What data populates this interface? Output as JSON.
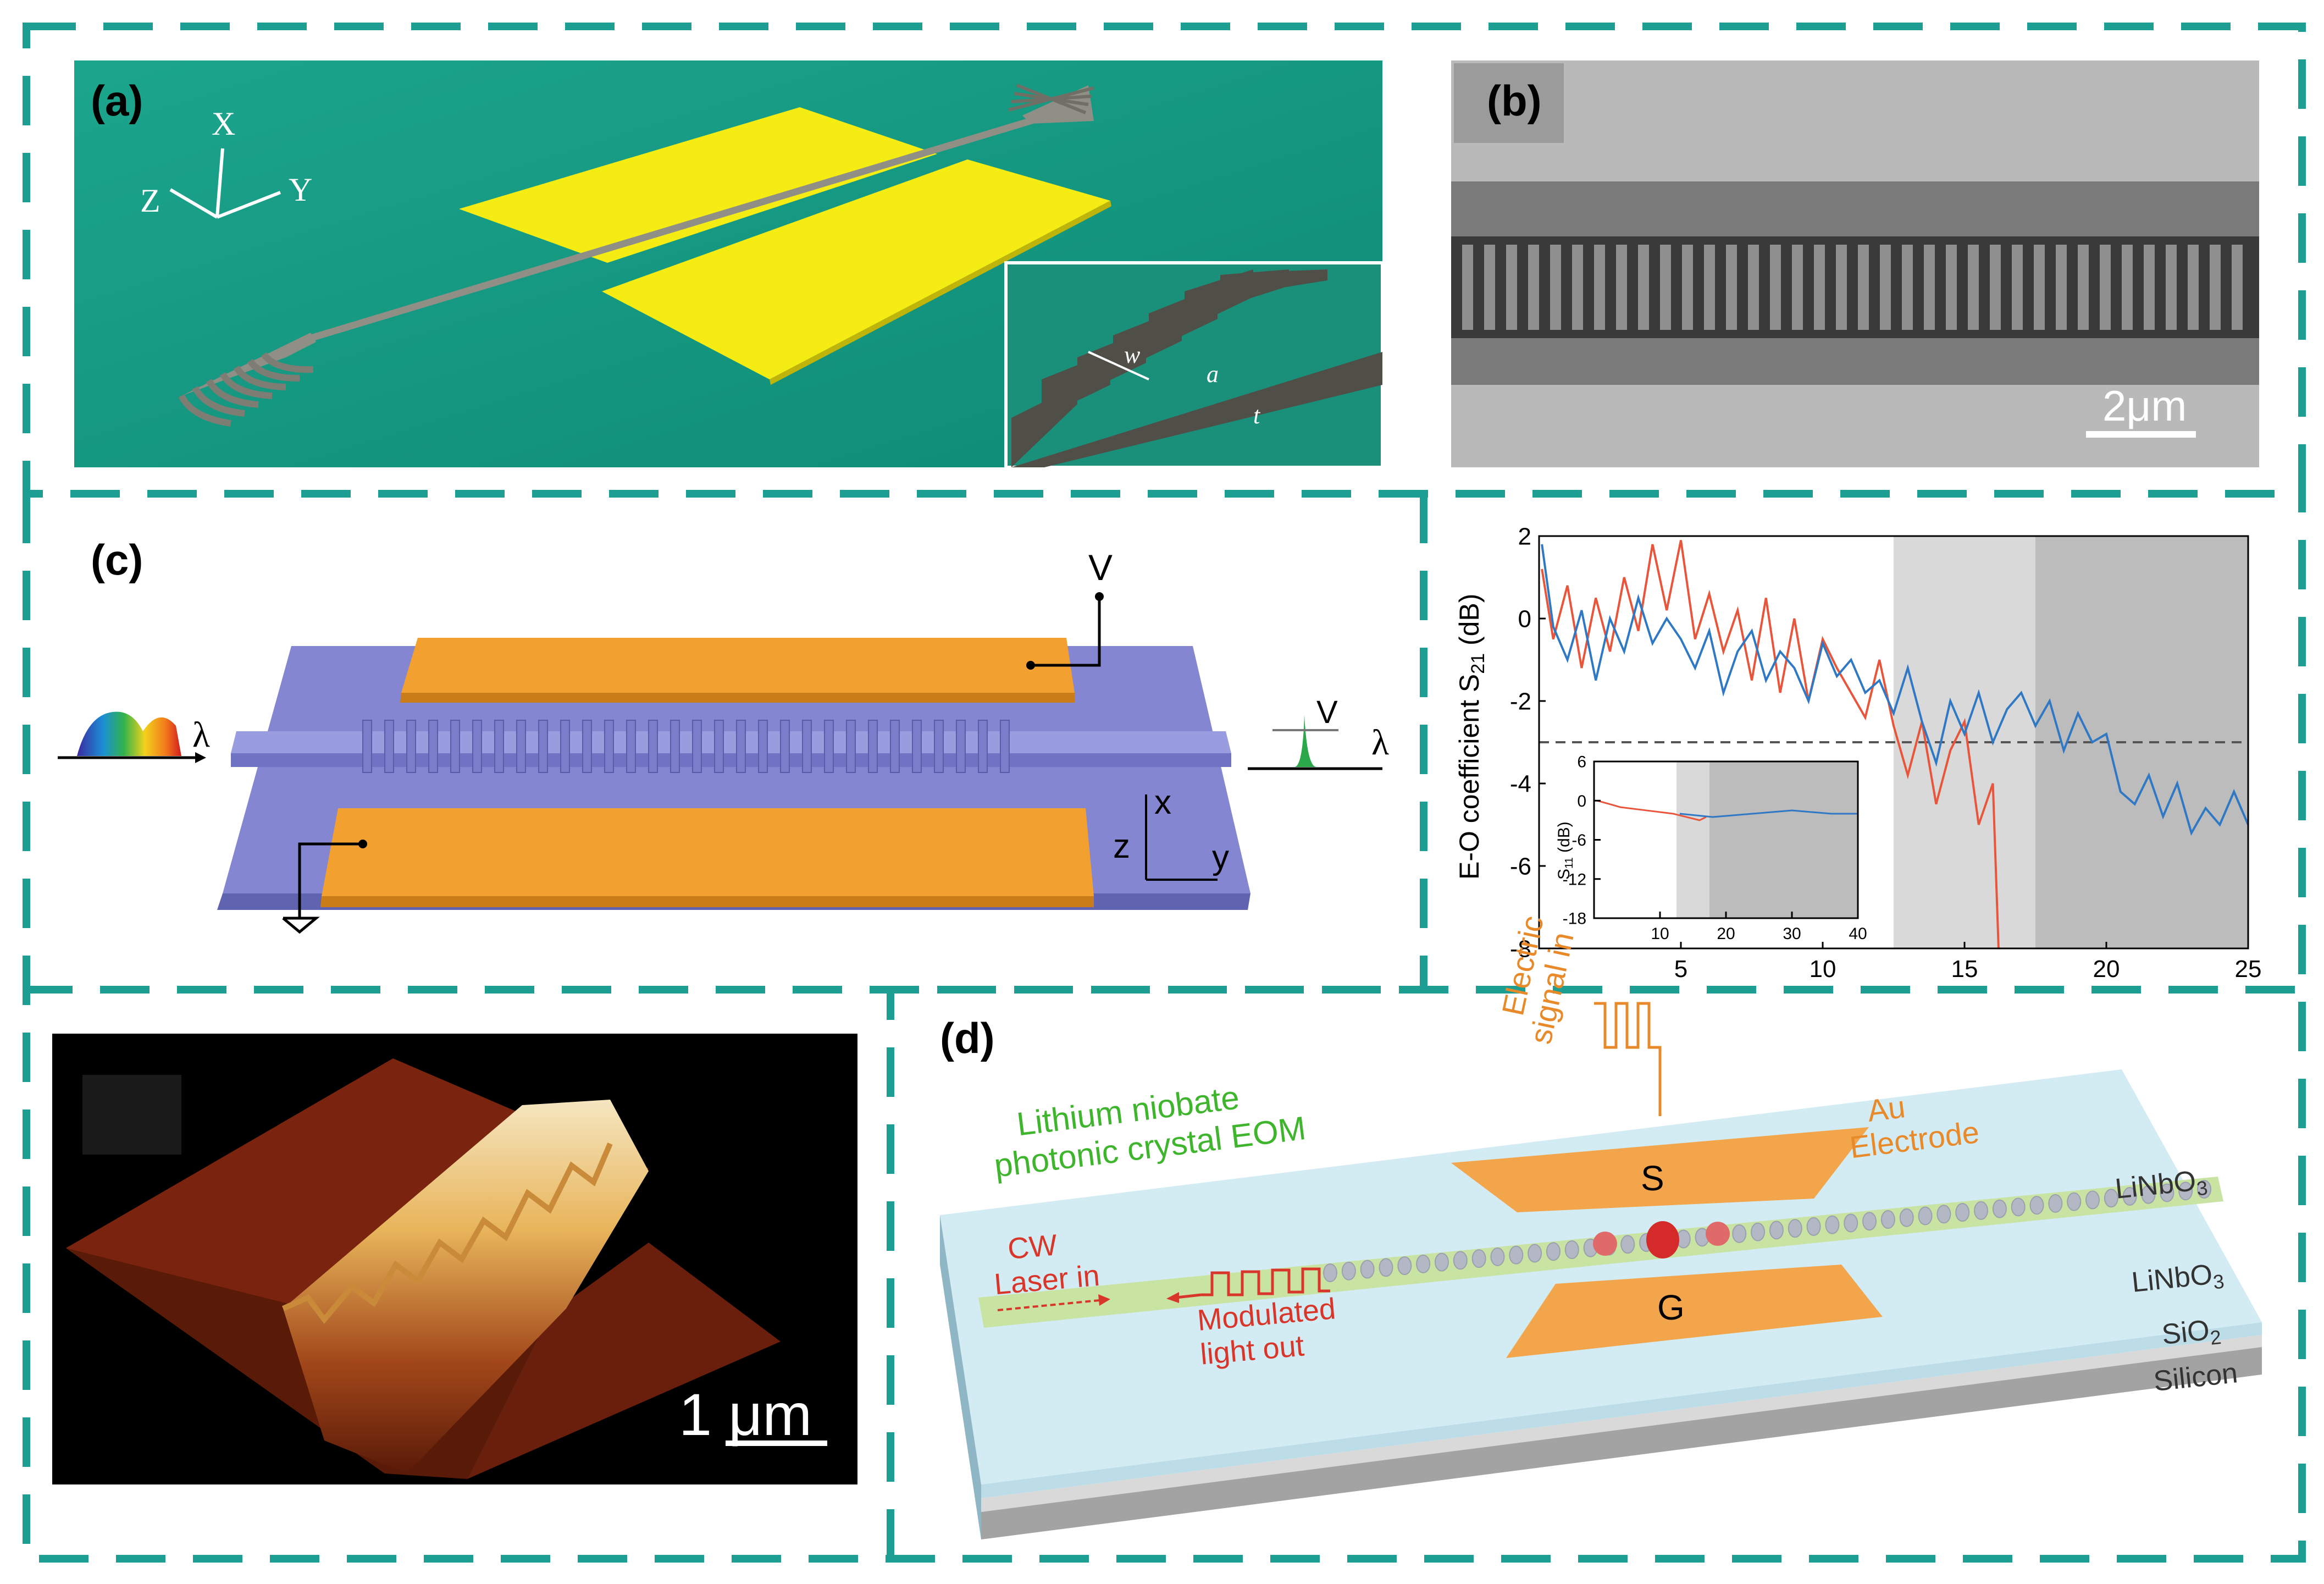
{
  "panels": {
    "a": {
      "label": "(a)",
      "axes": {
        "x": "X",
        "y": "Y",
        "z": "Z"
      },
      "inset_labels": {
        "w": "w",
        "a": "a",
        "t": "t"
      },
      "colors": {
        "background": "#159e86",
        "electrode": "#f4ec12",
        "waveguide": "#8f8f86"
      }
    },
    "b": {
      "label": "(b)",
      "scale_bar": "2μm"
    },
    "c": {
      "label": "(c)",
      "voltage_top": "V",
      "voltage_out": "V",
      "lambda_in": "λ",
      "lambda_out": "λ",
      "axes": {
        "x": "x",
        "z": "z",
        "y": "y"
      },
      "colors": {
        "substrate": "#7d80cc",
        "electrode": "#f2a030"
      }
    },
    "afm": {
      "scale_bar": "1 μm"
    },
    "d": {
      "label": "(d)",
      "title_line1": "Lithium niobate",
      "title_line2": "photonic crystal EOM",
      "signal_line1": "Electric",
      "signal_line2": "signal in",
      "au_line1": "Au",
      "au_line2": "Electrode",
      "electrode_s": "S",
      "electrode_g": "G",
      "cw_line1": "CW",
      "cw_line2": "Laser in",
      "mod_line1": "Modulated",
      "mod_line2": "light out",
      "layer_top": "LiNbO",
      "layer_mid": "LiNbO",
      "layer_sio2": "SiO",
      "layer_si": "Silicon",
      "subscript_3": "3",
      "subscript_2": "2",
      "colors": {
        "title": "#3fb52e",
        "signal": "#e8892a",
        "laser": "#d9362b"
      }
    }
  },
  "chart_data": [
    {
      "type": "line",
      "xlabel": "",
      "ylabel_main": "E-O coefficient S",
      "ylabel_sub": "21",
      "ylabel_unit": " (dB)",
      "xlim": [
        0,
        25
      ],
      "ylim": [
        -8,
        2
      ],
      "xticks": [
        "5",
        "10",
        "15",
        "20",
        "25"
      ],
      "yticks": [
        "2",
        "0",
        "-2",
        "-4",
        "-6",
        "-8"
      ],
      "reference_line_y": -3,
      "shaded_regions": [
        {
          "x": [
            12.5,
            17.5
          ],
          "color": "#d9d9d9"
        },
        {
          "x": [
            17.5,
            25
          ],
          "color": "#bcbcbc"
        }
      ],
      "series": [
        {
          "color": "#e8553a",
          "x": [
            0.1,
            0.5,
            1,
            1.5,
            2,
            2.5,
            3,
            3.5,
            4,
            4.5,
            5,
            5.5,
            6,
            6.5,
            7,
            7.5,
            8,
            8.5,
            9,
            9.5,
            10,
            10.5,
            11,
            11.5,
            12,
            12.5,
            13,
            13.5,
            14,
            14.5,
            15,
            15.5,
            16,
            16.2
          ],
          "y": [
            1.2,
            -0.5,
            0.8,
            -1.2,
            0.5,
            -0.8,
            1.0,
            -0.3,
            1.8,
            0.2,
            1.9,
            -0.5,
            0.6,
            -0.8,
            0.2,
            -1.5,
            0.5,
            -1.8,
            0.0,
            -2.0,
            -0.5,
            -1.2,
            -1.8,
            -2.4,
            -1.0,
            -2.6,
            -3.8,
            -2.5,
            -4.5,
            -3.2,
            -2.5,
            -5.0,
            -4.0,
            -8.0
          ]
        },
        {
          "color": "#2f78c4",
          "x": [
            0.1,
            0.5,
            1,
            1.5,
            2,
            2.5,
            3,
            3.5,
            4,
            4.5,
            5,
            5.5,
            6,
            6.5,
            7,
            7.5,
            8,
            8.5,
            9,
            9.5,
            10,
            10.5,
            11,
            11.5,
            12,
            12.5,
            13,
            13.5,
            14,
            14.5,
            15,
            15.5,
            16,
            16.5,
            17,
            17.5,
            18,
            18.5,
            19,
            19.5,
            20,
            20.5,
            21,
            21.5,
            22,
            22.5,
            23,
            23.5,
            24,
            24.5,
            25
          ],
          "y": [
            1.8,
            -0.2,
            -1.0,
            0.2,
            -1.5,
            0.0,
            -0.8,
            0.5,
            -0.6,
            0.0,
            -0.5,
            -1.2,
            -0.3,
            -1.8,
            -0.8,
            -0.3,
            -1.5,
            -0.8,
            -1.2,
            -2.0,
            -0.6,
            -1.4,
            -1.0,
            -1.8,
            -1.5,
            -2.3,
            -1.2,
            -2.5,
            -3.5,
            -2.0,
            -2.8,
            -1.8,
            -3.0,
            -2.2,
            -1.8,
            -2.6,
            -2.0,
            -3.2,
            -2.3,
            -3.0,
            -2.8,
            -4.2,
            -4.5,
            -3.8,
            -4.8,
            -4.0,
            -5.2,
            -4.6,
            -5.0,
            -4.2,
            -5.0
          ]
        }
      ]
    },
    {
      "type": "line",
      "ylabel_main": "S",
      "ylabel_sub": "11",
      "ylabel_unit": " (dB)",
      "xlim": [
        0,
        40
      ],
      "ylim": [
        -18,
        6
      ],
      "xticks": [
        "10",
        "20",
        "30",
        "40"
      ],
      "yticks": [
        "6",
        "0",
        "-6",
        "-12",
        "-18"
      ],
      "shaded_regions": [
        {
          "x": [
            12.5,
            17.5
          ],
          "color": "#d9d9d9"
        },
        {
          "x": [
            17.5,
            40
          ],
          "color": "#bcbcbc"
        }
      ],
      "series": [
        {
          "color": "#e8553a",
          "x": [
            0.5,
            4,
            8,
            12,
            16,
            17
          ],
          "y": [
            0,
            -1,
            -1.5,
            -2,
            -3,
            -2.5
          ]
        },
        {
          "color": "#2f78c4",
          "x": [
            13,
            18,
            24,
            30,
            36,
            40
          ],
          "y": [
            -2,
            -2.5,
            -2,
            -1.5,
            -2,
            -2
          ]
        }
      ]
    }
  ]
}
